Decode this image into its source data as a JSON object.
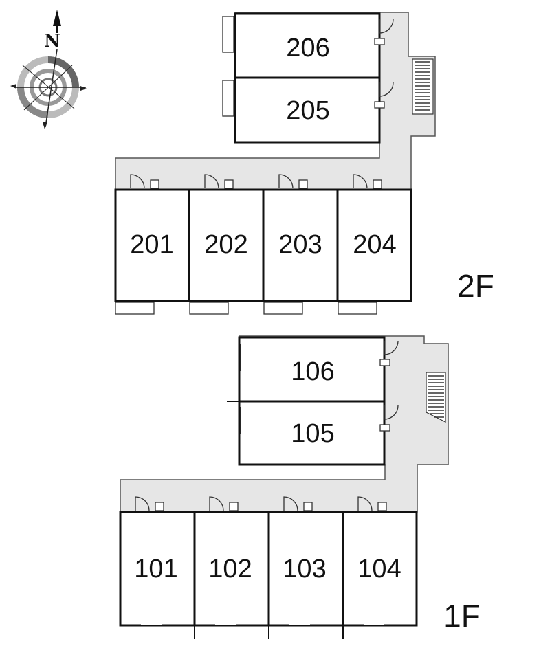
{
  "compass": {
    "north_label": "N"
  },
  "floors": [
    {
      "id": "2F",
      "label": "2F",
      "units": [
        "206",
        "205",
        "201",
        "202",
        "203",
        "204"
      ]
    },
    {
      "id": "1F",
      "label": "1F",
      "units": [
        "106",
        "105",
        "101",
        "102",
        "103",
        "104"
      ]
    }
  ],
  "colors": {
    "corridor": "#e6e6e6",
    "walls": "#111111"
  }
}
